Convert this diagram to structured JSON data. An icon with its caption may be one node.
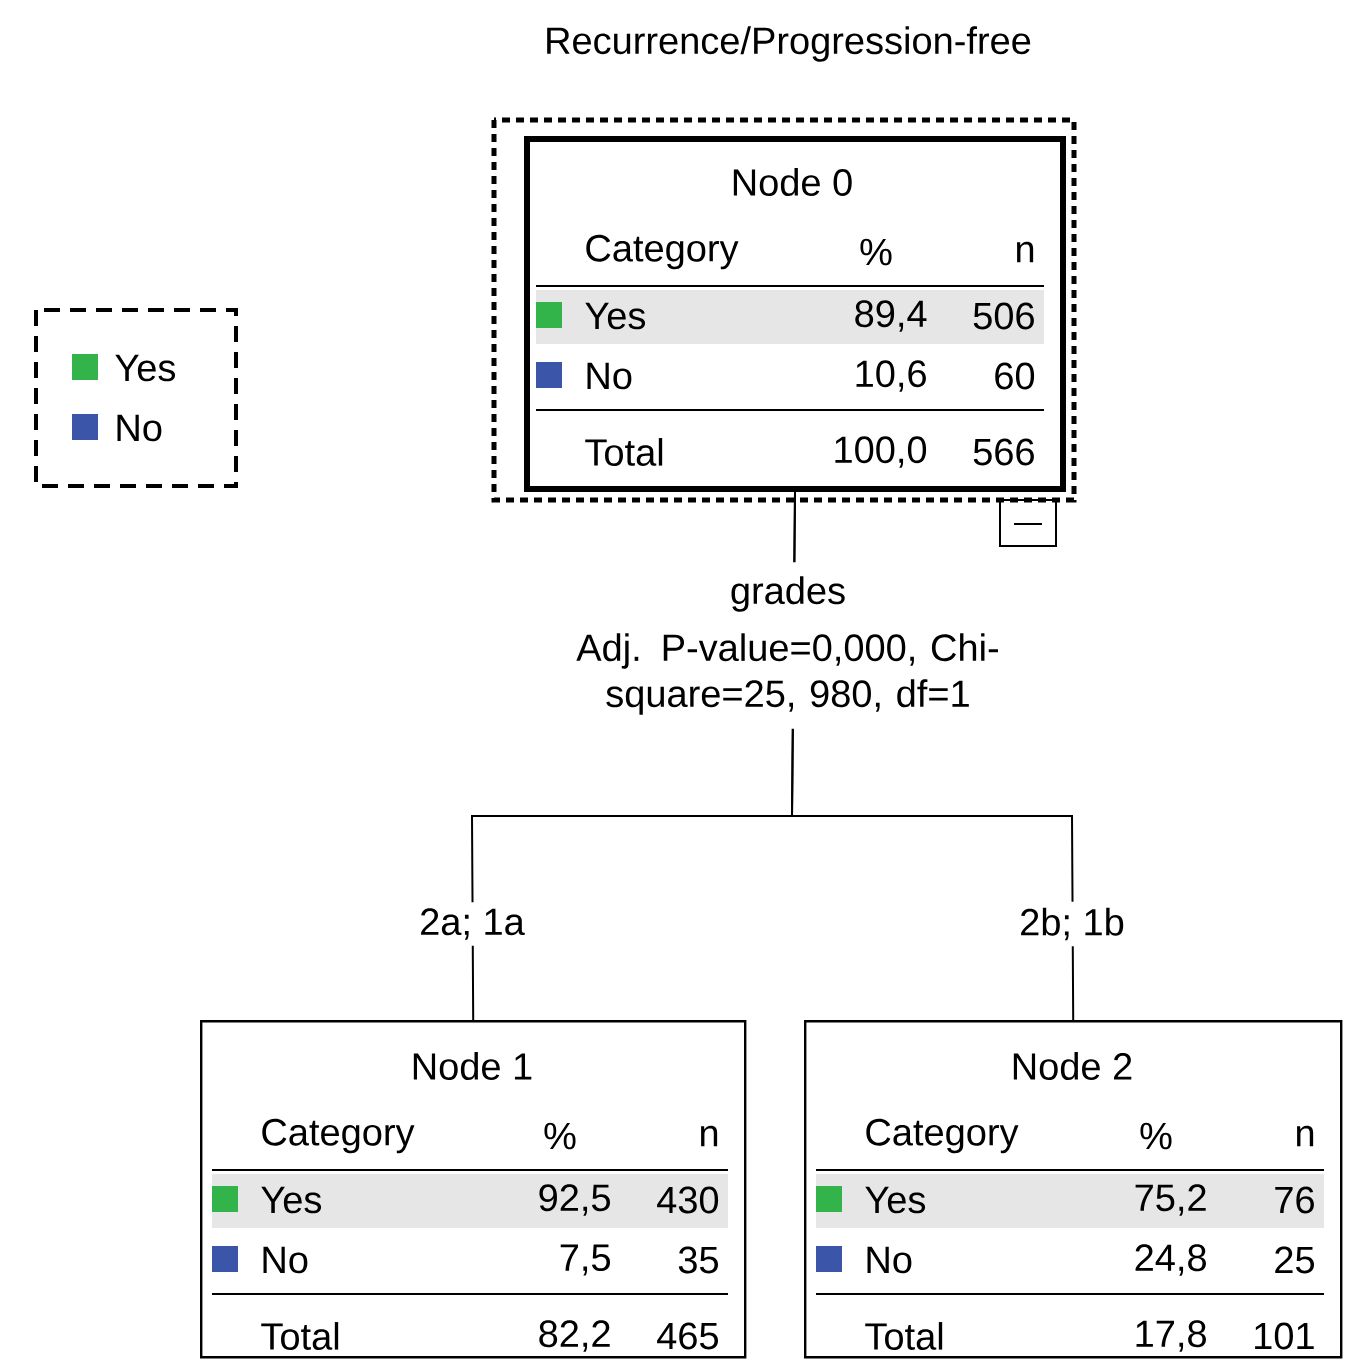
{
  "diagram": {
    "title": "Recurrence/Progression-free",
    "nodes": [
      {
        "text": [
          "Node 0",
          "Category",
          "%",
          "n",
          "Yes",
          "89,4",
          "506",
          "No",
          "10,6",
          "60",
          "Total",
          "100,0",
          "566"
        ]
      },
      {
        "text": [
          "Node 1",
          "Category",
          "%",
          "n",
          "Yes",
          "92,5",
          "430",
          "No",
          "7,5",
          "35",
          "Total",
          "82,2",
          "465"
        ]
      },
      {
        "text": [
          "Node 2",
          "Category",
          "%",
          "n",
          "Yes",
          "75,2",
          "76",
          "No",
          "24,8",
          "25",
          "Total",
          "17,8",
          "101"
        ]
      }
    ],
    "edges": [
      {
        "from": 0,
        "to": 1,
        "arrow": "none",
        "label": "2a; 1a"
      },
      {
        "from": 0,
        "to": 2,
        "arrow": "none",
        "label": "2b; 1b"
      }
    ],
    "labels": [
      "grades",
      "Adj. P-value=0,000, Chi-square=25, 980, df=1"
    ],
    "legend": [
      {
        "text": "Yes",
        "color": "#33b44a"
      },
      {
        "text": "No",
        "color": "#3b55a8"
      }
    ]
  }
}
